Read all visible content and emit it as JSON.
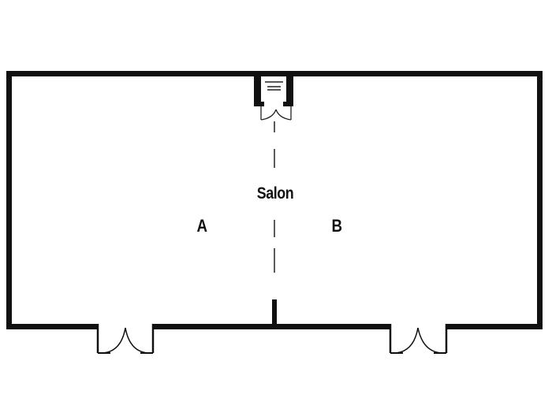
{
  "diagram": {
    "type": "floor-plan",
    "room": {
      "name": "Salon",
      "sections": [
        {
          "id": "A",
          "label": "A"
        },
        {
          "id": "B",
          "label": "B"
        }
      ]
    },
    "colors": {
      "wall": "#111111",
      "background": "#ffffff",
      "line": "#222222"
    },
    "elements": [
      {
        "kind": "entrance-alcove",
        "position": "top-center",
        "features": [
          "stairs",
          "double-door"
        ]
      },
      {
        "kind": "double-door",
        "position": "bottom-left"
      },
      {
        "kind": "double-door",
        "position": "bottom-right"
      },
      {
        "kind": "partition-line",
        "position": "center",
        "style": "dashed"
      },
      {
        "kind": "wall-stub",
        "position": "bottom-center"
      }
    ]
  }
}
